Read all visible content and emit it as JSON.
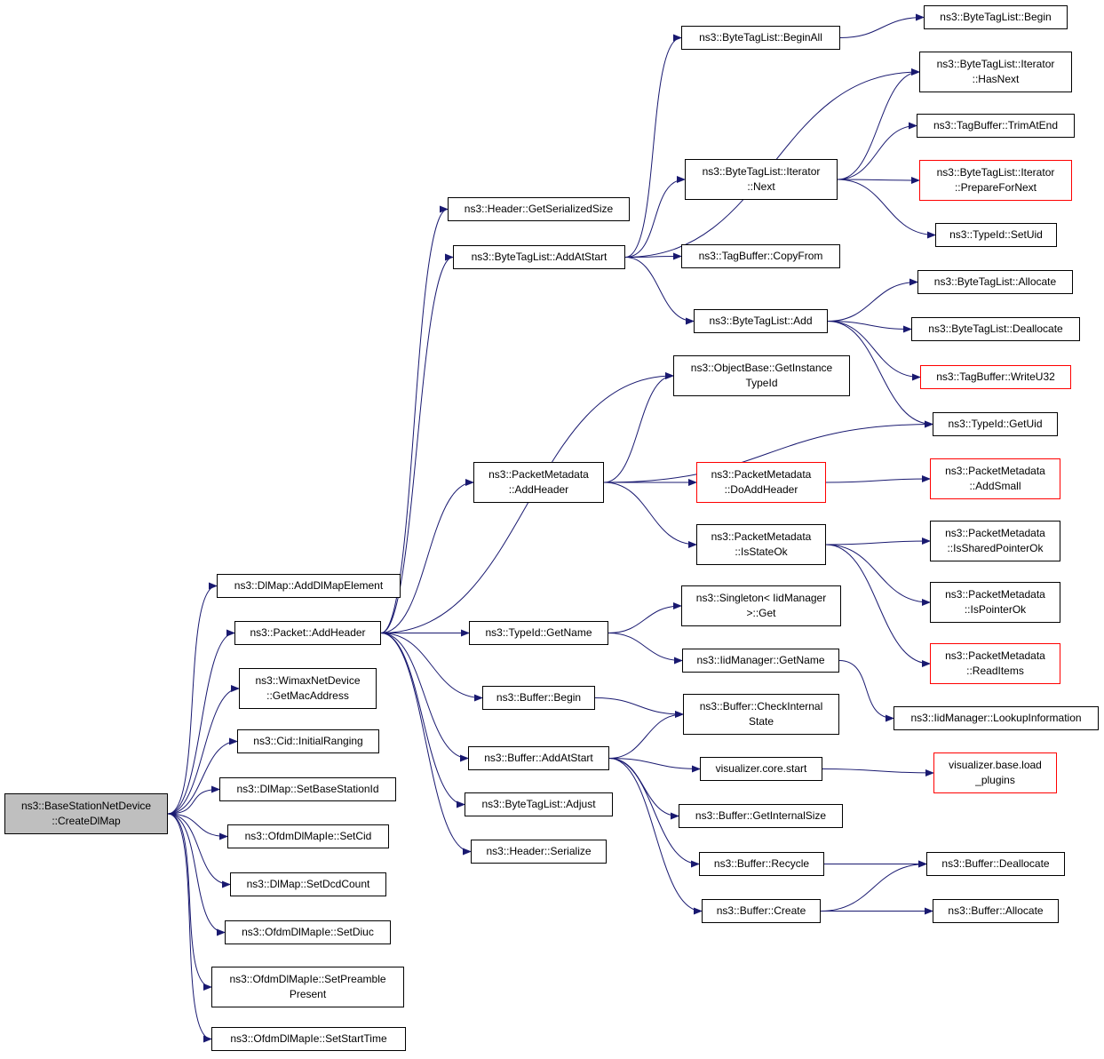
{
  "colors": {
    "edge": "#191970",
    "node_border": "#000000",
    "node_border_external": "#ff0000",
    "root_fill": "#bfbfbf"
  },
  "nodes": {
    "root": {
      "label": "ns3::BaseStationNetDevice\n::CreateDlMap"
    },
    "addDlMapElement": {
      "label": "ns3::DlMap::AddDlMapElement"
    },
    "packetAddHeader": {
      "label": "ns3::Packet::AddHeader"
    },
    "getMacAddress": {
      "label": "ns3::WimaxNetDevice\n::GetMacAddress"
    },
    "initialRanging": {
      "label": "ns3::Cid::InitialRanging"
    },
    "setBaseStationId": {
      "label": "ns3::DlMap::SetBaseStationId"
    },
    "setCid": {
      "label": "ns3::OfdmDlMapIe::SetCid"
    },
    "setDcdCount": {
      "label": "ns3::DlMap::SetDcdCount"
    },
    "setDiuc": {
      "label": "ns3::OfdmDlMapIe::SetDiuc"
    },
    "setPreamblePresent": {
      "label": "ns3::OfdmDlMapIe::SetPreamble\nPresent"
    },
    "setStartTime": {
      "label": "ns3::OfdmDlMapIe::SetStartTime"
    },
    "getSerializedSize": {
      "label": "ns3::Header::GetSerializedSize"
    },
    "btlAddAtStart": {
      "label": "ns3::ByteTagList::AddAtStart"
    },
    "pmAddHeader": {
      "label": "ns3::PacketMetadata\n::AddHeader"
    },
    "typeIdGetName": {
      "label": "ns3::TypeId::GetName"
    },
    "bufferBegin": {
      "label": "ns3::Buffer::Begin"
    },
    "bufferAddAtStart": {
      "label": "ns3::Buffer::AddAtStart"
    },
    "btlAdjust": {
      "label": "ns3::ByteTagList::Adjust"
    },
    "headerSerialize": {
      "label": "ns3::Header::Serialize"
    },
    "btlBeginAll": {
      "label": "ns3::ByteTagList::BeginAll"
    },
    "btlIterNext": {
      "label": "ns3::ByteTagList::Iterator\n::Next"
    },
    "tbCopyFrom": {
      "label": "ns3::TagBuffer::CopyFrom"
    },
    "btlAdd": {
      "label": "ns3::ByteTagList::Add"
    },
    "obGetInstanceTypeId": {
      "label": "ns3::ObjectBase::GetInstance\nTypeId"
    },
    "pmDoAddHeader": {
      "label": "ns3::PacketMetadata\n::DoAddHeader"
    },
    "pmIsStateOk": {
      "label": "ns3::PacketMetadata\n::IsStateOk"
    },
    "singletonGet": {
      "label": "ns3::Singleton< IidManager\n>::Get"
    },
    "iidGetName": {
      "label": "ns3::IidManager::GetName"
    },
    "bufCheckInternalState": {
      "label": "ns3::Buffer::CheckInternal\nState"
    },
    "vizCoreStart": {
      "label": "visualizer.core.start"
    },
    "bufGetInternalSize": {
      "label": "ns3::Buffer::GetInternalSize"
    },
    "bufRecycle": {
      "label": "ns3::Buffer::Recycle"
    },
    "bufCreate": {
      "label": "ns3::Buffer::Create"
    },
    "btlBegin": {
      "label": "ns3::ByteTagList::Begin"
    },
    "btlIterHasNext": {
      "label": "ns3::ByteTagList::Iterator\n::HasNext"
    },
    "tbTrimAtEnd": {
      "label": "ns3::TagBuffer::TrimAtEnd"
    },
    "btlIterPrepareForNext": {
      "label": "ns3::ByteTagList::Iterator\n::PrepareForNext"
    },
    "typeIdSetUid": {
      "label": "ns3::TypeId::SetUid"
    },
    "btlAllocate": {
      "label": "ns3::ByteTagList::Allocate"
    },
    "btlDeallocate": {
      "label": "ns3::ByteTagList::Deallocate"
    },
    "tbWriteU32": {
      "label": "ns3::TagBuffer::WriteU32"
    },
    "typeIdGetUid": {
      "label": "ns3::TypeId::GetUid"
    },
    "pmAddSmall": {
      "label": "ns3::PacketMetadata\n::AddSmall"
    },
    "pmIsSharedPointerOk": {
      "label": "ns3::PacketMetadata\n::IsSharedPointerOk"
    },
    "pmIsPointerOk": {
      "label": "ns3::PacketMetadata\n::IsPointerOk"
    },
    "pmReadItems": {
      "label": "ns3::PacketMetadata\n::ReadItems"
    },
    "iidLookupInformation": {
      "label": "ns3::IidManager::LookupInformation"
    },
    "vizLoadPlugins": {
      "label": "visualizer.base.load\n_plugins"
    },
    "bufDeallocate": {
      "label": "ns3::Buffer::Deallocate"
    },
    "bufAllocate": {
      "label": "ns3::Buffer::Allocate"
    }
  },
  "edges": [
    [
      "root",
      "addDlMapElement"
    ],
    [
      "root",
      "packetAddHeader"
    ],
    [
      "root",
      "getMacAddress"
    ],
    [
      "root",
      "initialRanging"
    ],
    [
      "root",
      "setBaseStationId"
    ],
    [
      "root",
      "setCid"
    ],
    [
      "root",
      "setDcdCount"
    ],
    [
      "root",
      "setDiuc"
    ],
    [
      "root",
      "setPreamblePresent"
    ],
    [
      "root",
      "setStartTime"
    ],
    [
      "packetAddHeader",
      "getSerializedSize"
    ],
    [
      "packetAddHeader",
      "btlAddAtStart"
    ],
    [
      "packetAddHeader",
      "obGetInstanceTypeId"
    ],
    [
      "packetAddHeader",
      "pmAddHeader"
    ],
    [
      "packetAddHeader",
      "typeIdGetName"
    ],
    [
      "packetAddHeader",
      "bufferBegin"
    ],
    [
      "packetAddHeader",
      "bufferAddAtStart"
    ],
    [
      "packetAddHeader",
      "btlAdjust"
    ],
    [
      "packetAddHeader",
      "headerSerialize"
    ],
    [
      "btlAddAtStart",
      "btlBeginAll"
    ],
    [
      "btlAddAtStart",
      "btlIterHasNext"
    ],
    [
      "btlAddAtStart",
      "btlIterNext"
    ],
    [
      "btlAddAtStart",
      "tbCopyFrom"
    ],
    [
      "btlAddAtStart",
      "btlAdd"
    ],
    [
      "btlIterNext",
      "tbTrimAtEnd"
    ],
    [
      "btlIterNext",
      "btlIterHasNext"
    ],
    [
      "btlIterNext",
      "btlIterPrepareForNext"
    ],
    [
      "btlIterNext",
      "typeIdSetUid"
    ],
    [
      "btlBeginAll",
      "btlBegin"
    ],
    [
      "btlAdd",
      "btlAllocate"
    ],
    [
      "btlAdd",
      "btlDeallocate"
    ],
    [
      "btlAdd",
      "tbWriteU32"
    ],
    [
      "btlAdd",
      "typeIdGetUid"
    ],
    [
      "pmAddHeader",
      "obGetInstanceTypeId"
    ],
    [
      "pmAddHeader",
      "typeIdGetUid"
    ],
    [
      "pmAddHeader",
      "pmDoAddHeader"
    ],
    [
      "pmAddHeader",
      "pmIsStateOk"
    ],
    [
      "pmDoAddHeader",
      "pmAddSmall"
    ],
    [
      "pmIsStateOk",
      "pmIsSharedPointerOk"
    ],
    [
      "pmIsStateOk",
      "pmIsPointerOk"
    ],
    [
      "pmIsStateOk",
      "pmReadItems"
    ],
    [
      "typeIdGetName",
      "singletonGet"
    ],
    [
      "typeIdGetName",
      "iidGetName"
    ],
    [
      "iidGetName",
      "iidLookupInformation"
    ],
    [
      "bufferBegin",
      "bufCheckInternalState"
    ],
    [
      "bufferAddAtStart",
      "bufCheckInternalState"
    ],
    [
      "bufferAddAtStart",
      "vizCoreStart"
    ],
    [
      "bufferAddAtStart",
      "bufGetInternalSize"
    ],
    [
      "bufferAddAtStart",
      "bufRecycle"
    ],
    [
      "bufferAddAtStart",
      "bufCreate"
    ],
    [
      "vizCoreStart",
      "vizLoadPlugins"
    ],
    [
      "bufRecycle",
      "bufDeallocate"
    ],
    [
      "bufCreate",
      "bufDeallocate"
    ],
    [
      "bufCreate",
      "bufAllocate"
    ]
  ]
}
